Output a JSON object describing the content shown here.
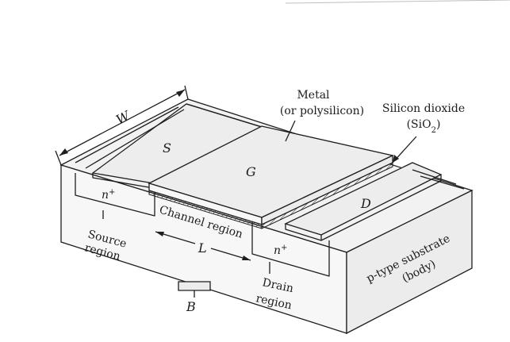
{
  "labels": {
    "width": "W",
    "source": "S",
    "gate": "G",
    "drain": "D",
    "body": "B",
    "length": "L",
    "n_plus_source": "n+",
    "n_plus_drain": "n+",
    "metal_line1": "Metal",
    "metal_line2": "(or polysilicon)",
    "oxide_line1": "Silicon dioxide",
    "oxide_line2": "(SiO2)",
    "channel": "Channel region",
    "source_region_line1": "Source",
    "source_region_line2": "region",
    "drain_region_line1": "Drain",
    "drain_region_line2": "region",
    "substrate_line1": "p-type substrate",
    "substrate_line2": "(body)"
  }
}
